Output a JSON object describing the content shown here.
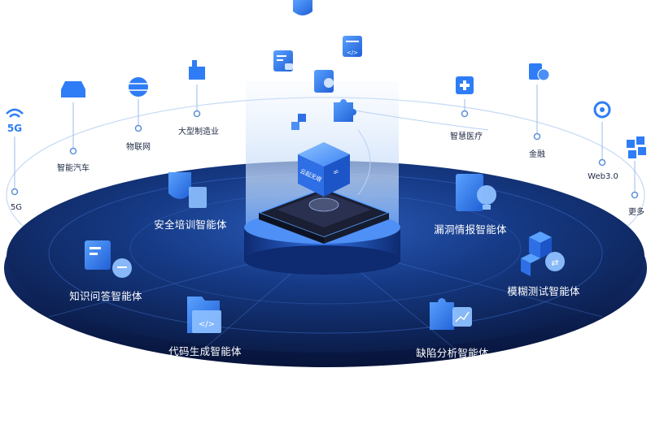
{
  "chip": {
    "label": "云起无垠"
  },
  "top_items": [
    {
      "label": "5G",
      "icon": "wifi-icon"
    },
    {
      "label": "智能汽车",
      "icon": "car-icon"
    },
    {
      "label": "物联网",
      "icon": "globe-icon"
    },
    {
      "label": "大型制造业",
      "icon": "factory-icon"
    },
    {
      "label": "智慧医疗",
      "icon": "medical-icon"
    },
    {
      "label": "金融",
      "icon": "finance-icon"
    },
    {
      "label": "Web3.0",
      "icon": "network-icon"
    },
    {
      "label": "更多",
      "icon": "grid-icon"
    }
  ],
  "agents": [
    {
      "label": "安全培训智能体",
      "icon": "shield-book-icon"
    },
    {
      "label": "知识问答智能体",
      "icon": "book-chat-icon"
    },
    {
      "label": "代码生成智能体",
      "icon": "folder-code-icon"
    },
    {
      "label": "漏洞情报智能体",
      "icon": "document-bulb-icon"
    },
    {
      "label": "模糊测试智能体",
      "icon": "cubes-exchange-icon"
    },
    {
      "label": "缺陷分析智能体",
      "icon": "puzzle-chart-icon"
    }
  ],
  "colors": {
    "platform_dark": "#0d2050",
    "platform_mid": "#163a86",
    "accent": "#2f7df6",
    "light_blue": "#8ec0ff"
  }
}
